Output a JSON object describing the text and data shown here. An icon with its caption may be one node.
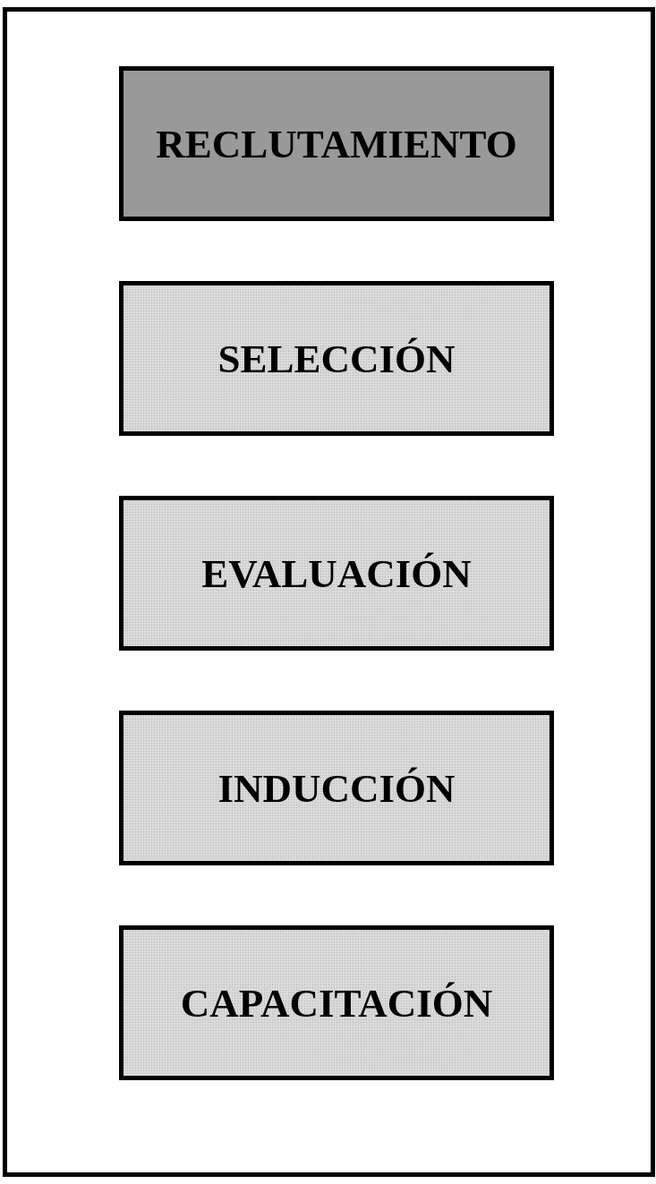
{
  "diagram": {
    "nodes": [
      {
        "text": [
          "RECLUTAMIENTO"
        ]
      },
      {
        "text": [
          "SELECCIÓN"
        ]
      },
      {
        "text": [
          "EVALUACIÓN"
        ]
      },
      {
        "text": [
          "INDUCCIÓN"
        ]
      },
      {
        "text": [
          "CAPACITACIÓN"
        ]
      }
    ]
  }
}
